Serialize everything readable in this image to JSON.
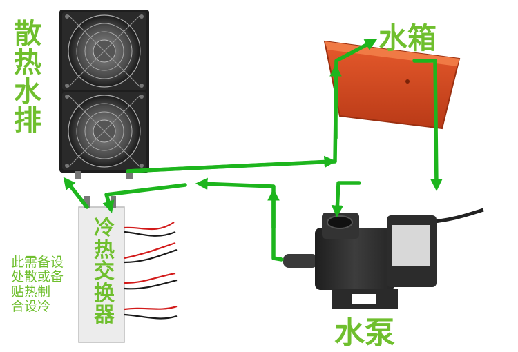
{
  "labels": {
    "radiator": [
      "散",
      "热",
      "水",
      "排"
    ],
    "exchanger": [
      "冷",
      "热",
      "交",
      "换",
      "器"
    ],
    "tank": "水箱",
    "pump": "水泵",
    "note": [
      "此需备设",
      "处散或备",
      "贴热制",
      "合设冷"
    ]
  },
  "colors": {
    "arrow": "#1db51d",
    "label": "#6fbf2e",
    "tank": "#d9461f",
    "fan_frame": "#2a2a2a",
    "pump_body": "#2b2b2b",
    "exchanger": "#ececec"
  },
  "icons": [
    "fan-icon",
    "water-tank",
    "water-pump",
    "heat-exchanger",
    "flow-arrow"
  ]
}
